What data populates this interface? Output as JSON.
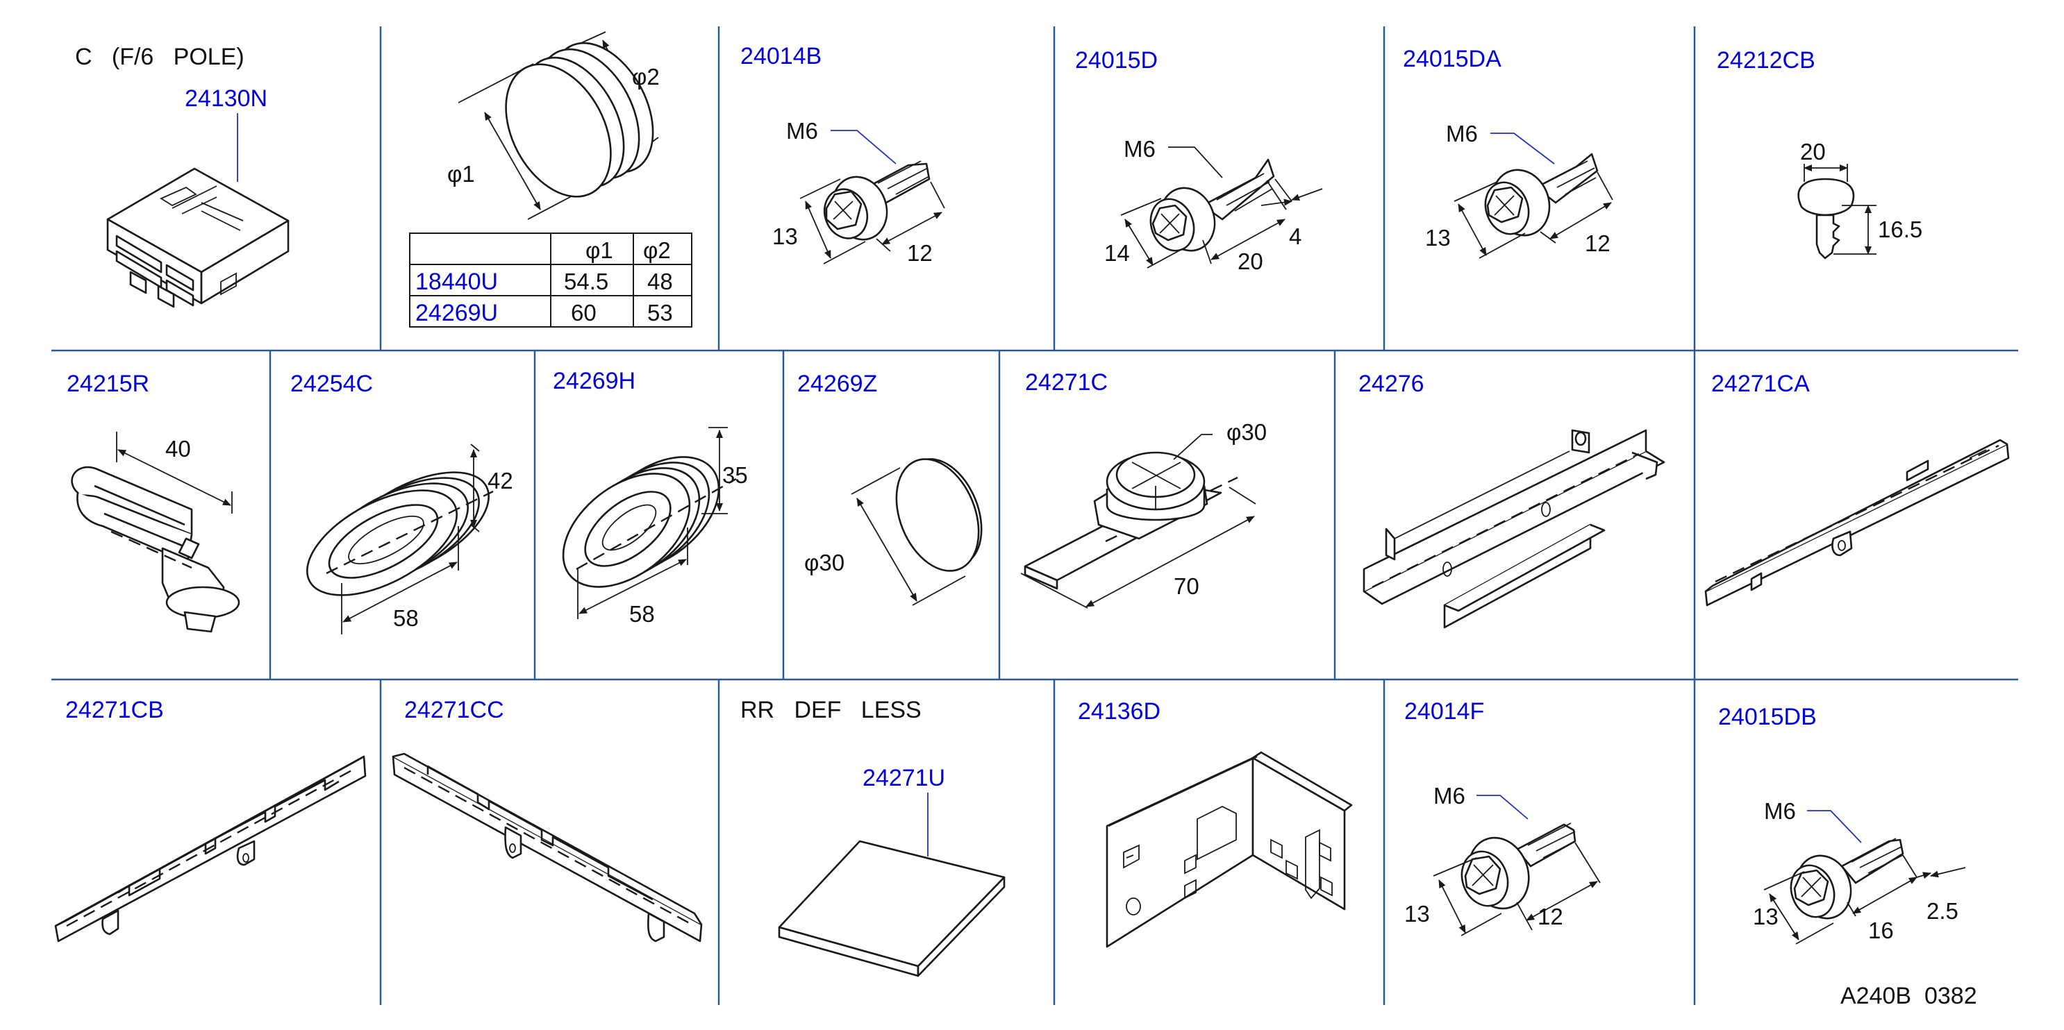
{
  "cells": {
    "c1": {
      "note": "C   (F/6   POLE)",
      "part": "24130N"
    },
    "c2": {
      "phi1": "φ1",
      "phi2": "φ2",
      "table": {
        "headers": [
          "",
          "φ1",
          "φ2"
        ],
        "rows": [
          [
            "18440U",
            "54.5",
            "48"
          ],
          [
            "24269U",
            "60",
            "53"
          ]
        ]
      }
    },
    "c3": {
      "part": "24014B",
      "thread": "M6",
      "d1": "13",
      "d2": "12"
    },
    "c4": {
      "part": "24015D",
      "thread": "M6",
      "d1": "14",
      "d2": "20",
      "d3": "4"
    },
    "c5": {
      "part": "24015DA",
      "thread": "M6",
      "d1": "13",
      "d2": "12"
    },
    "c6": {
      "part": "24212CB",
      "d1": "20",
      "d2": "16.5"
    },
    "c7": {
      "part": "24215R",
      "d1": "40"
    },
    "c8": {
      "part": "24254C",
      "d1": "42",
      "d2": "58"
    },
    "c9": {
      "part": "24269H",
      "d1": "35",
      "d2": "58"
    },
    "c10": {
      "part": "24269Z",
      "d1": "φ30"
    },
    "c11": {
      "part": "24271C",
      "d1": "φ30",
      "d2": "70"
    },
    "c12": {
      "part": "24276"
    },
    "c13": {
      "part": "24271CA"
    },
    "c14": {
      "part": "24271CB"
    },
    "c15": {
      "part": "24271CC"
    },
    "c16": {
      "note": "RR   DEF   LESS",
      "part": "24271U"
    },
    "c17": {
      "part": "24136D"
    },
    "c18": {
      "part": "24014F",
      "thread": "M6",
      "d1": "13",
      "d2": "12"
    },
    "c19": {
      "part": "24015DB",
      "thread": "M6",
      "d1": "13",
      "d2": "16",
      "d3": "2.5"
    }
  },
  "footer": {
    "code": "A240B  0382"
  },
  "colors": {
    "part_number": "#0000dd",
    "grid": "#2a5a95",
    "line": "#1a1a1a"
  }
}
